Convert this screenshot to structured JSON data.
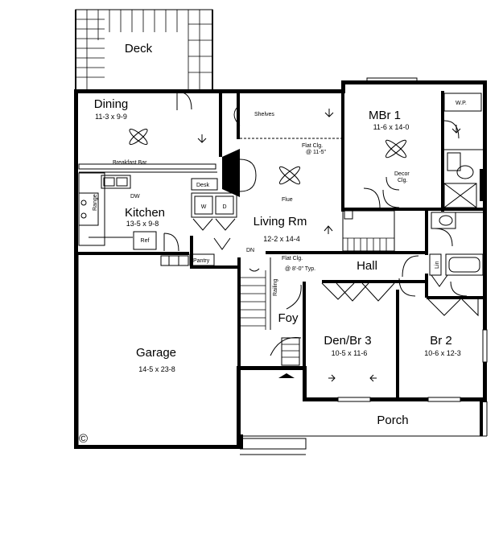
{
  "rooms": {
    "deck": {
      "name": "Deck"
    },
    "dining": {
      "name": "Dining",
      "dims": "11-3 x 9-9"
    },
    "kitchen": {
      "name": "Kitchen",
      "dims": "13-5 x 9-8"
    },
    "living": {
      "name": "Living Rm",
      "dims": "12-2 x 14-4"
    },
    "mbr1": {
      "name": "MBr 1",
      "dims": "11-6 x 14-0"
    },
    "hall": {
      "name": "Hall"
    },
    "foy": {
      "name": "Foy"
    },
    "den": {
      "name": "Den/Br 3",
      "dims": "10-5 x 11-6"
    },
    "br2": {
      "name": "Br 2",
      "dims": "10-6 x 12-3"
    },
    "garage": {
      "name": "Garage",
      "dims": "14-5 x 23-8"
    },
    "porch": {
      "name": "Porch"
    }
  },
  "notes": {
    "shelves": "Shelves",
    "flat_clg_living_1": "Flat Clg.",
    "flat_clg_living_2": "@ 11-5\"",
    "breakfast_bar": "Breakfast Bar",
    "dw": "DW",
    "range": "Range",
    "ref": "Ref",
    "desk": "Desk",
    "w": "W",
    "d": "D",
    "pantry": "Pantry",
    "flue": "Flue",
    "decor_clg_1": "Decor",
    "decor_clg_2": "Clg.",
    "wp": "W.P.",
    "dn": "DN",
    "railing": "Railing",
    "flat_clg_hall_1": "Flat Clg.",
    "flat_clg_hall_2": "@ 8'-0\" Typ.",
    "linen": "Lin",
    "copyright": "©"
  }
}
